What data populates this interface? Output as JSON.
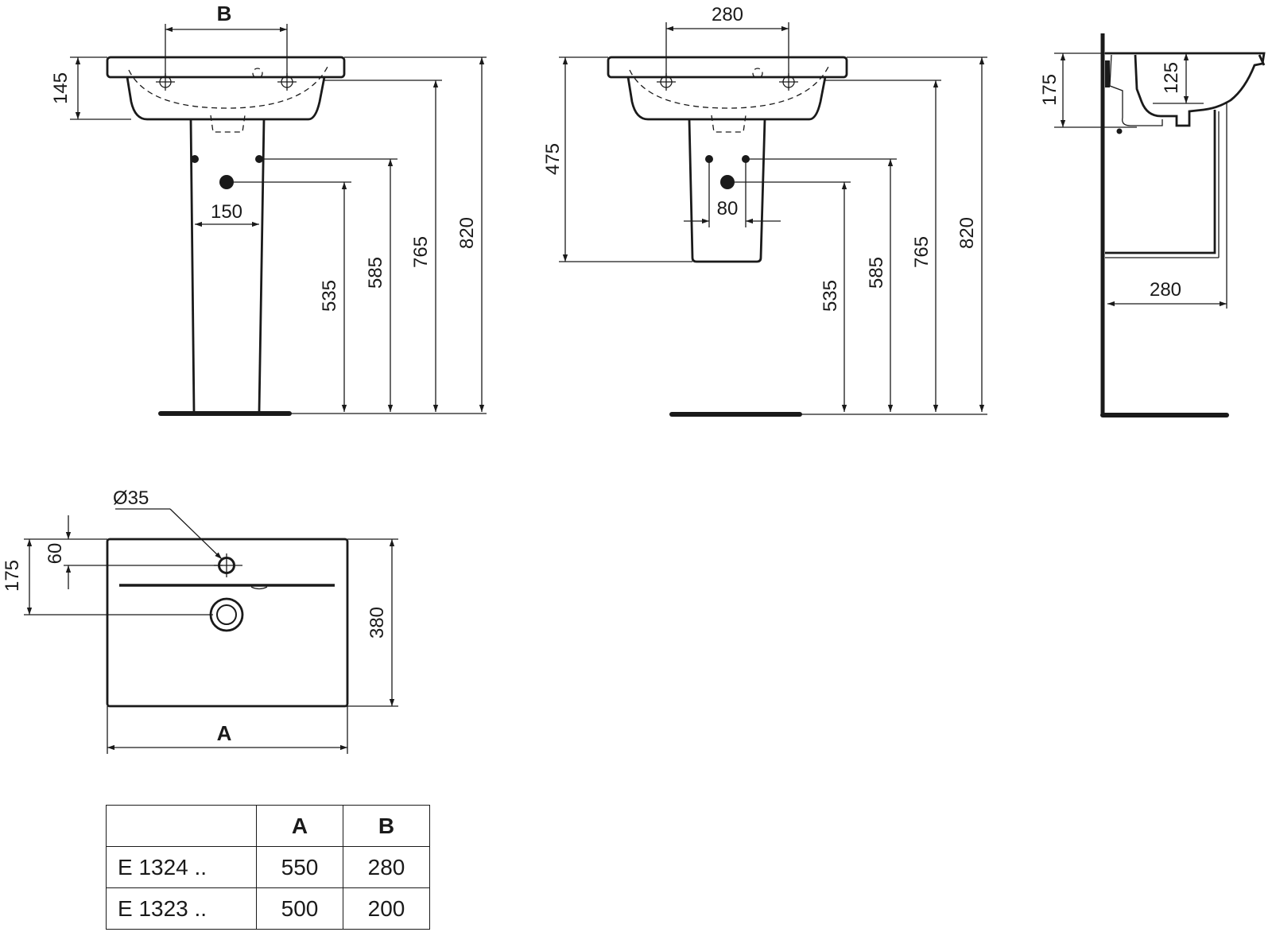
{
  "front_view": {
    "label_b": "B",
    "dim_145": "145",
    "dim_150": "150",
    "dim_535": "535",
    "dim_585": "585",
    "dim_765": "765",
    "dim_820": "820"
  },
  "semi_pedestal_view": {
    "dim_280": "280",
    "dim_475": "475",
    "dim_80": "80",
    "dim_535": "535",
    "dim_585": "585",
    "dim_765": "765",
    "dim_820": "820"
  },
  "side_view": {
    "dim_175": "175",
    "dim_125": "125",
    "dim_280": "280"
  },
  "top_view": {
    "dim_diameter": "Ø35",
    "dim_60": "60",
    "dim_175": "175",
    "dim_380": "380",
    "label_a": "A"
  },
  "table": {
    "headers": [
      "",
      "A",
      "B"
    ],
    "rows": [
      {
        "model": "E 1324 ..",
        "a": "550",
        "b": "280"
      },
      {
        "model": "E 1323 ..",
        "a": "500",
        "b": "200"
      }
    ]
  }
}
